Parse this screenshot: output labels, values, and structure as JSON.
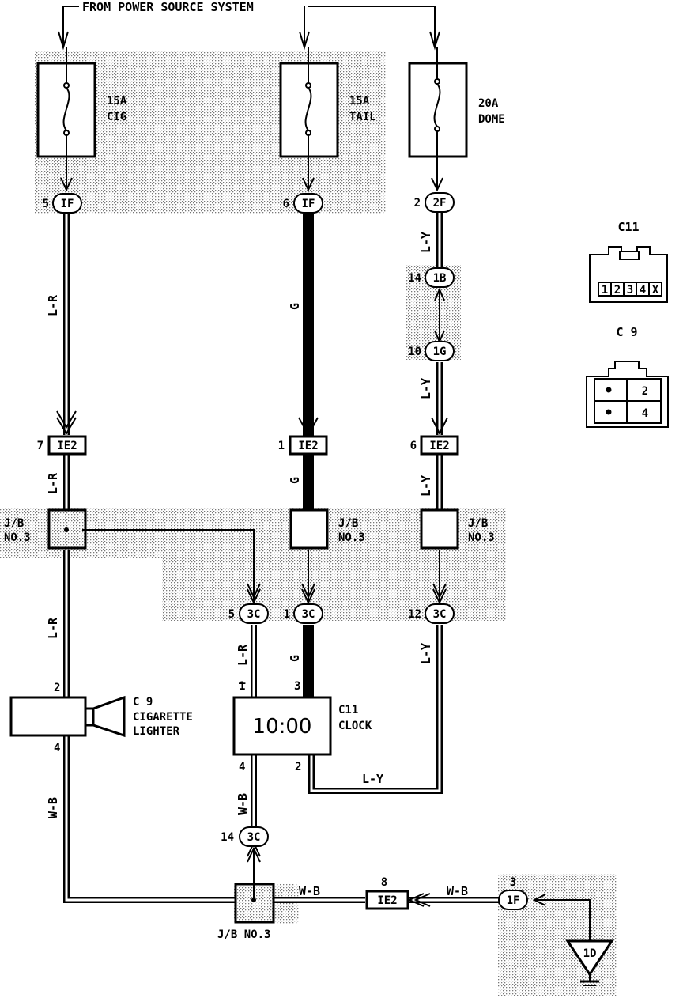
{
  "header": {
    "title": "FROM POWER SOURCE SYSTEM"
  },
  "fuses": [
    {
      "amp": "15A",
      "name": "CIG"
    },
    {
      "amp": "15A",
      "name": "TAIL"
    },
    {
      "amp": "20A",
      "name": "DOME"
    }
  ],
  "connectors": {
    "c1": {
      "pin": "5",
      "code": "IF"
    },
    "c2": {
      "pin": "6",
      "code": "IF"
    },
    "c3": {
      "pin": "2",
      "code": "2F"
    },
    "c4": {
      "pin": "14",
      "code": "1B"
    },
    "c5": {
      "pin": "10",
      "code": "1G"
    },
    "c6": {
      "pin": "7",
      "code": "IE2"
    },
    "c7": {
      "pin": "1",
      "code": "IE2"
    },
    "c8": {
      "pin": "6",
      "code": "IE2"
    },
    "c9": {
      "pin": "5",
      "code": "3C"
    },
    "c10": {
      "pin": "1",
      "code": "3C"
    },
    "c11": {
      "pin": "12",
      "code": "3C"
    },
    "c12": {
      "pin": "14",
      "code": "3C"
    },
    "c13": {
      "pin": "8",
      "code": "IE2"
    },
    "c14": {
      "pin": "3",
      "code": "1F"
    },
    "c15": {
      "code": "1D"
    }
  },
  "wires": {
    "w1": "L-R",
    "w2": "G",
    "w3": "L-Y",
    "w4": "L-Y",
    "w5": "L-R",
    "w6": "G",
    "w7": "L-Y",
    "w8": "L-R",
    "w9": "L-R",
    "w10": "G",
    "w11": "L-Y",
    "w12": "L-Y",
    "w13": "W-B",
    "w14": "W-B",
    "w15": "W-B",
    "w16": "W-B"
  },
  "junction_blocks": {
    "jb1": {
      "line1": "J/B",
      "line2": "NO.3"
    },
    "jb2": {
      "line1": "J/B",
      "line2": "NO.3"
    },
    "jb3": {
      "line1": "J/B",
      "line2": "NO.3"
    },
    "jb4": {
      "label": "J/B NO.3"
    }
  },
  "components": {
    "lighter": {
      "id": "C 9",
      "name1": "CIGARETTE",
      "name2": "LIGHTER",
      "pin_top": "2",
      "pin_bottom": "4"
    },
    "clock": {
      "id": "C11",
      "name": "CLOCK",
      "display": "10:00",
      "pin_top_left": "1",
      "pin_top_right": "3",
      "pin_bottom_left": "4",
      "pin_bottom_right": "2"
    }
  },
  "connector_views": {
    "c11": {
      "title": "C11",
      "pins": [
        "1",
        "2",
        "3",
        "4",
        "X"
      ]
    },
    "c9": {
      "title": "C 9",
      "pins": [
        "2",
        "4"
      ]
    }
  }
}
